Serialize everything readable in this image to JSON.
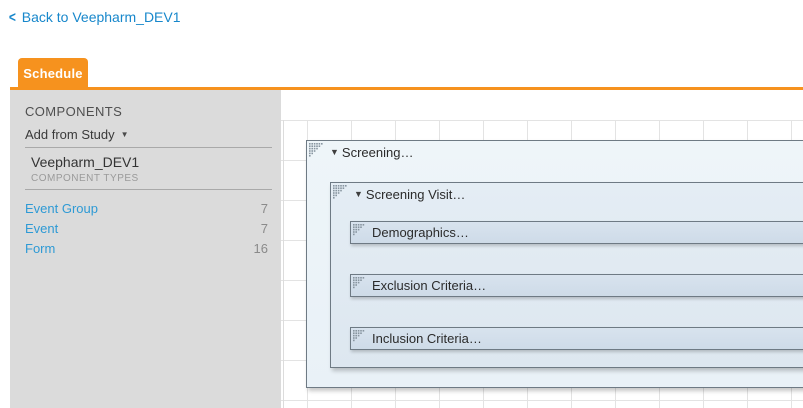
{
  "back_link": {
    "label": "Back to Veepharm_DEV1"
  },
  "icons": {
    "back_chevron": "<",
    "caret_down": "▼"
  },
  "tabs": {
    "schedule_label": "Schedule"
  },
  "sidebar": {
    "title": "COMPONENTS",
    "add_from_study_label": "Add from Study",
    "study_name": "Veepharm_DEV1",
    "component_types_label": "COMPONENT TYPES",
    "types": [
      {
        "label": "Event Group",
        "count": "7"
      },
      {
        "label": "Event",
        "count": "7"
      },
      {
        "label": "Form",
        "count": "16"
      }
    ]
  },
  "schedule_canvas": {
    "event_group": {
      "label": "Screening…"
    },
    "event": {
      "label": "Screening Visit…"
    },
    "forms": [
      {
        "label": "Demographics…"
      },
      {
        "label": "Exclusion Criteria…"
      },
      {
        "label": "Inclusion Criteria…"
      }
    ]
  },
  "colors": {
    "accent_orange": "#F6921E",
    "back_link_blue": "#1787CB",
    "sidebar_link_blue": "#2E9AD5",
    "sidebar_gray": "#DBDBDB",
    "node_border": "#6E7A84",
    "event_group_fill": "#E9F1F7",
    "event_fill": "#DDE7F0",
    "form_fill": "#CEDBE8"
  }
}
